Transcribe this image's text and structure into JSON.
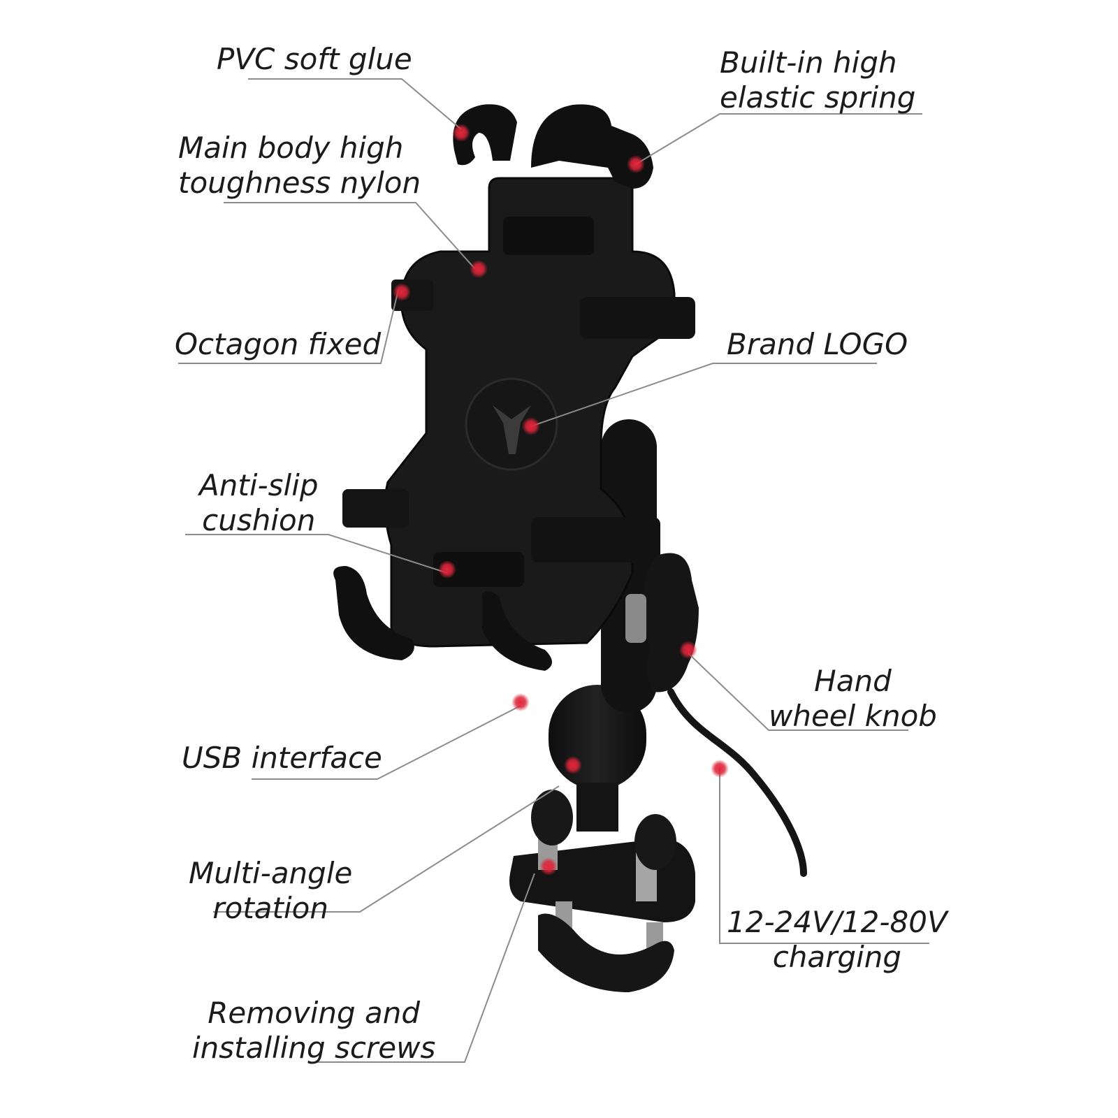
{
  "labels": {
    "pvc": "PVC soft glue",
    "spring": [
      "Built-in high",
      "elastic spring"
    ],
    "nylon": [
      "Main body high",
      "toughness nylon"
    ],
    "octagon": "Octagon fixed",
    "logo": "Brand LOGO",
    "cushion": [
      "Anti-slip",
      "cushion"
    ],
    "knob": [
      "Hand",
      "wheel knob"
    ],
    "usb": "USB interface",
    "rotation": [
      "Multi-angle",
      "rotation"
    ],
    "charging": [
      "12-24V/12-80V",
      "charging"
    ],
    "screws": [
      "Removing and",
      "installing screws"
    ]
  },
  "colors": {
    "product": "#151515",
    "product_highlight": "#3a3a3a",
    "marker": "#d9263a",
    "leader": "#8c8c8c",
    "text": "#1b1b1b"
  }
}
